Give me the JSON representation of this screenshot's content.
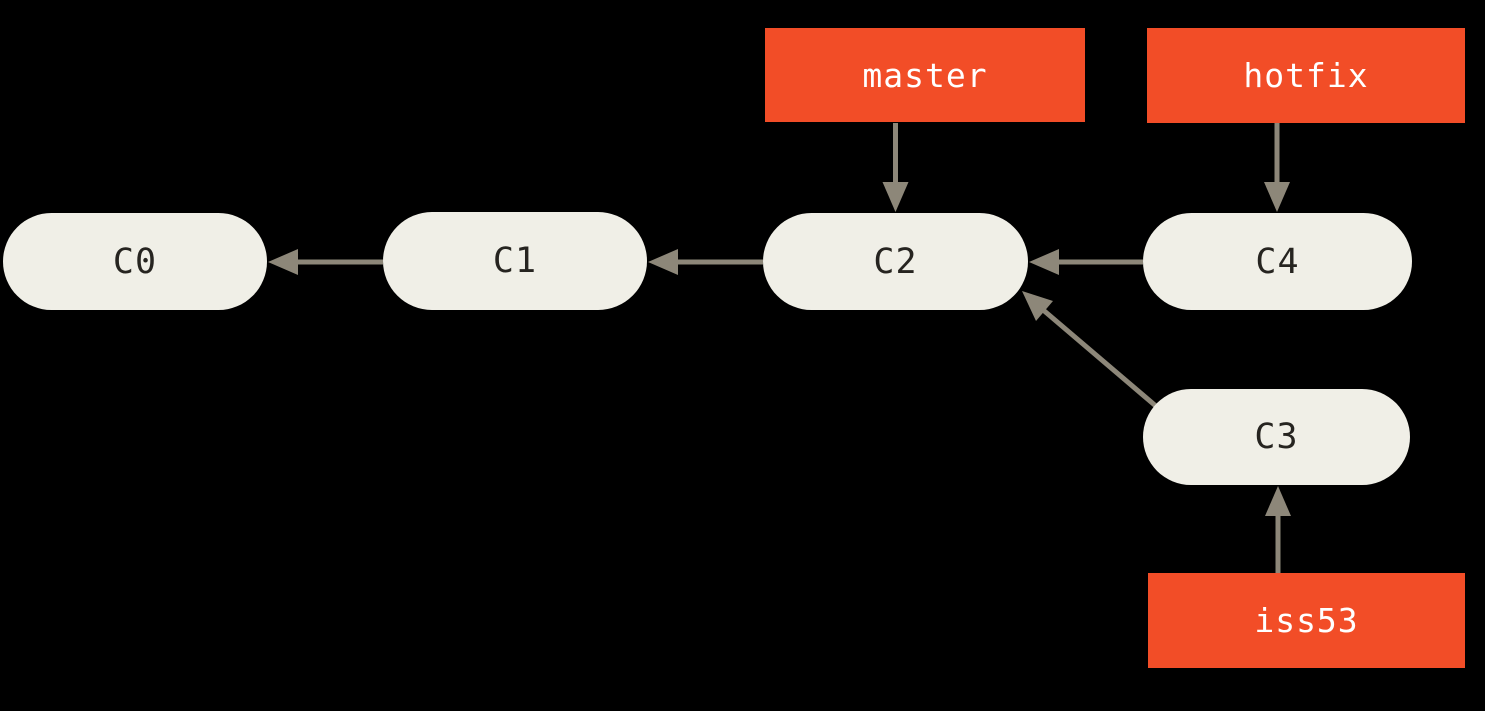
{
  "diagram": {
    "type": "git-commit-graph",
    "commits": [
      {
        "id": "C0"
      },
      {
        "id": "C1"
      },
      {
        "id": "C2"
      },
      {
        "id": "C3"
      },
      {
        "id": "C4"
      }
    ],
    "branches": [
      {
        "name": "master",
        "points_to": "C2"
      },
      {
        "name": "hotfix",
        "points_to": "C4"
      },
      {
        "name": "iss53",
        "points_to": "C3"
      }
    ],
    "edges": [
      {
        "from": "C1",
        "to": "C0"
      },
      {
        "from": "C2",
        "to": "C1"
      },
      {
        "from": "C4",
        "to": "C2"
      },
      {
        "from": "C3",
        "to": "C2"
      },
      {
        "from": "master",
        "to": "C2"
      },
      {
        "from": "hotfix",
        "to": "C4"
      },
      {
        "from": "iss53",
        "to": "C3"
      }
    ],
    "colors": {
      "background": "#000000",
      "commit_fill": "#f0efe7",
      "commit_text": "#262420",
      "branch_label_bg": "#f24d27",
      "branch_label_text": "#ffffff",
      "arrow": "#8d8779"
    }
  }
}
